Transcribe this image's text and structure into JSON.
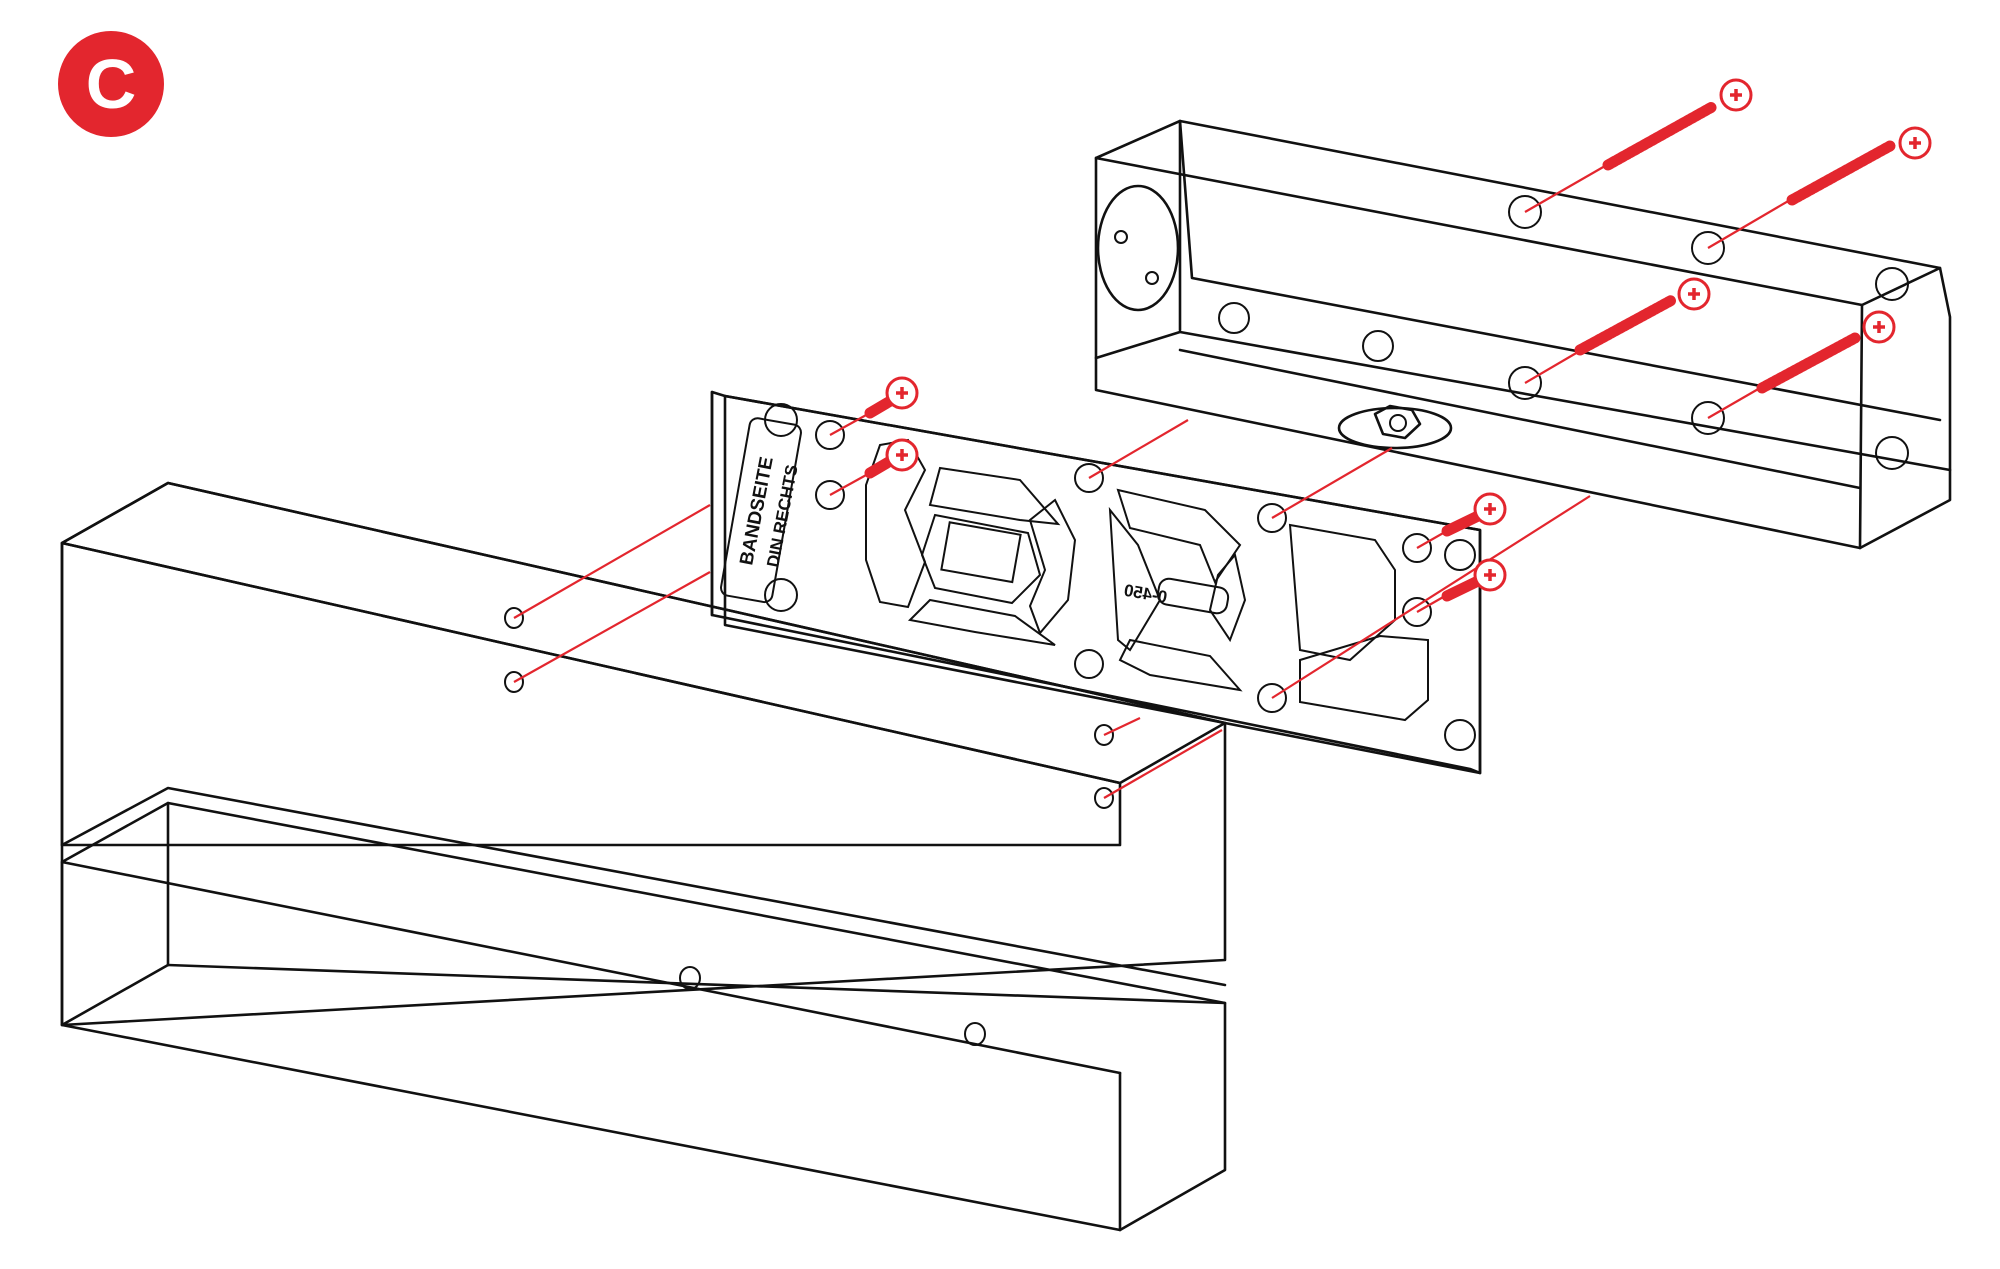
{
  "step": {
    "label": "C"
  },
  "plate": {
    "text_line1": "BANDSEITE",
    "text_line2": "DIN RECHTS",
    "center_marking": "0-450"
  },
  "colors": {
    "accent": "#e3262e",
    "guide": "#e3262e",
    "door_fill": "#efeee9",
    "outline": "#111111",
    "background": "#ffffff"
  },
  "icons": {
    "screw": "phillips-screw-icon",
    "drill_hole": "drill-hole-icon"
  }
}
